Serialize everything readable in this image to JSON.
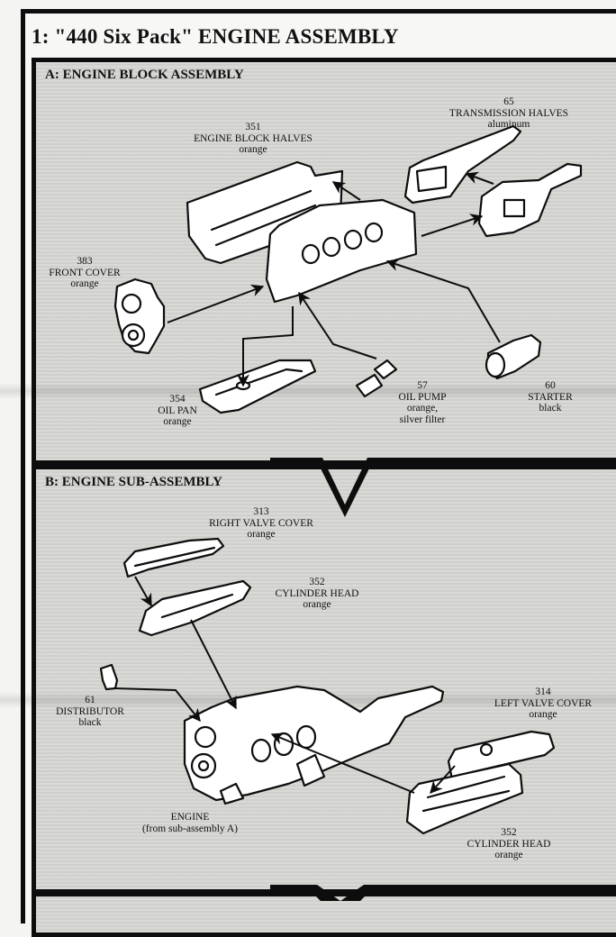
{
  "page": {
    "title": "1: \"440 Six Pack\" ENGINE ASSEMBLY"
  },
  "sections": [
    {
      "id": "A",
      "label": "A: ENGINE BLOCK ASSEMBLY",
      "parts": [
        {
          "number": "351",
          "name": "ENGINE BLOCK HALVES",
          "color": "orange"
        },
        {
          "number": "65",
          "name": "TRANSMISSION HALVES",
          "color": "aluminum"
        },
        {
          "number": "383",
          "name": "FRONT COVER",
          "color": "orange"
        },
        {
          "number": "354",
          "name": "OIL PAN",
          "color": "orange"
        },
        {
          "number": "57",
          "name": "OIL PUMP",
          "color": "orange,",
          "color2": "silver filter"
        },
        {
          "number": "60",
          "name": "STARTER",
          "color": "black"
        }
      ]
    },
    {
      "id": "B",
      "label": "B: ENGINE SUB-ASSEMBLY",
      "parts": [
        {
          "number": "313",
          "name": "RIGHT VALVE COVER",
          "color": "orange"
        },
        {
          "number": "352",
          "name": "CYLINDER HEAD",
          "color": "orange"
        },
        {
          "number": "61",
          "name": "DISTRIBUTOR",
          "color": "black"
        },
        {
          "number": "314",
          "name": "LEFT VALVE COVER",
          "color": "orange"
        },
        {
          "number": "",
          "name": "ENGINE",
          "color": "(from sub-assembly A)"
        },
        {
          "number": "352",
          "name": "CYLINDER HEAD",
          "color": "orange"
        }
      ]
    }
  ]
}
